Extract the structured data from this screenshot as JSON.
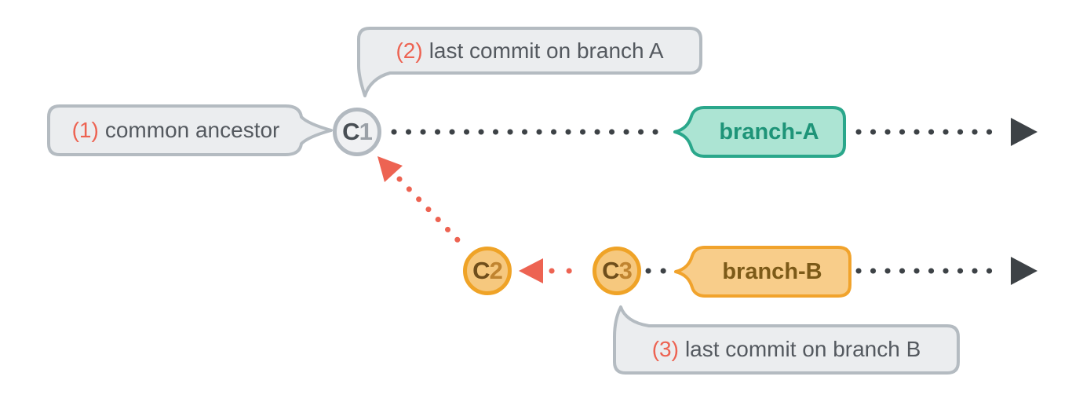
{
  "colors": {
    "canvas-bg": "#ffffff",
    "ink": "#3d4246",
    "accent-red": "#ed6352",
    "bubble-fill": "#ebedef",
    "bubble-border": "#b4bbc1",
    "bubble-text": "#54595f",
    "commit-gray-fill": "#f0f1f3",
    "commit-gray-border": "#b2b9c0",
    "commit-gray-letter": "#494f55",
    "commit-gray-digit": "#9aa0a7",
    "commit-orange-fill": "#f6c87e",
    "commit-orange-border": "#efa327",
    "commit-orange-letter": "#6f4e1b",
    "commit-orange-digit": "#c08430",
    "branch-a-fill": "#ace4d3",
    "branch-a-border": "#2aa78b",
    "branch-a-text": "#1e9478",
    "branch-b-fill": "#f8cd8a",
    "branch-b-border": "#f1a32c",
    "branch-b-text": "#7c5a18"
  },
  "callouts": {
    "ancestor": {
      "number": "(1)",
      "text": "common ancestor"
    },
    "branch_a": {
      "number": "(2)",
      "text": "last commit on branch A"
    },
    "branch_b": {
      "number": "(3)",
      "text": "last commit on branch B"
    }
  },
  "commits": {
    "c1": {
      "letter": "C",
      "digit": "1"
    },
    "c2": {
      "letter": "C",
      "digit": "2"
    },
    "c3": {
      "letter": "C",
      "digit": "3"
    }
  },
  "branches": {
    "a": {
      "label": "branch-A"
    },
    "b": {
      "label": "branch-B"
    }
  }
}
